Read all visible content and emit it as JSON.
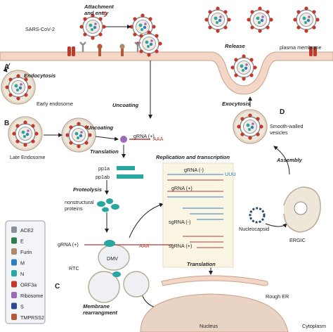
{
  "steps": {
    "attachment": "Attachment\nand entry",
    "endocytosis": "Endocytosis",
    "uncoating_top": "Uncoating",
    "uncoating_mid": "Uncoating",
    "translation_mid": "Translation",
    "proteolysis": "Proteolysis",
    "replication": "Replication and transcription",
    "release": "Release",
    "exocytosis": "Exocytosis",
    "assembly": "Assembly",
    "translation_low": "Translation",
    "membrane": "Membrane\nrearrangment"
  },
  "panels": {
    "a": "A",
    "b": "B",
    "c": "C",
    "d": "D"
  },
  "labels": {
    "sars": "SARS-CoV-2",
    "question": "?",
    "plasma_membrane": "plasma membrane",
    "early_endosome": "Early endosome",
    "late_endosome": "Late Endosome",
    "smooth_vesicles": "Smooth-walled\nvesicles",
    "grna_plus_mid": "gRNA (+)",
    "aaa": "AAA",
    "pp1a": "pp1a",
    "pp1ab": "pp1ab",
    "nonstructural": "nonstructural\nproteins",
    "grna_plus_low": "gRNA (+)",
    "dmv": "DMV",
    "rtc": "RTC",
    "grna_minus_r": "gRNA (-)",
    "grna_plus_r": "gRNA (+)",
    "sgrna_minus": "sgRNA (-)",
    "sgrna_plus": "sgRNA (+)",
    "uuu": "UUU",
    "nucleocapsid": "Nucleocapsid",
    "ergic": "ERGIC",
    "rough_er": "Rough ER",
    "nucleus": "Nucleus",
    "cytoplasm": "Cytoplasm"
  },
  "legend": {
    "items": [
      {
        "label": "ACE2",
        "icon": "ace2-icon",
        "color": "#8a8f99"
      },
      {
        "label": "E",
        "icon": "e-protein-icon",
        "color": "#2e7d4f"
      },
      {
        "label": "Furin",
        "icon": "furin-icon",
        "color": "#b08a6a"
      },
      {
        "label": "M",
        "icon": "m-protein-icon",
        "color": "#2f7fc0"
      },
      {
        "label": "N",
        "icon": "n-protein-icon",
        "color": "#2aa6a0"
      },
      {
        "label": "ORF3a",
        "icon": "orf3a-icon",
        "color": "#c0392b"
      },
      {
        "label": "Ribosome",
        "icon": "ribosome-icon",
        "color": "#9b6bb5"
      },
      {
        "label": "S",
        "icon": "spike-icon",
        "color": "#2b4c8c"
      },
      {
        "label": "TMPRSS2",
        "icon": "tmprss2-icon",
        "color": "#b35a3a"
      }
    ]
  },
  "colors": {
    "membrane": "#f2d6c6",
    "membrane_edge": "#caa089",
    "vesicle": "#e8ddcf",
    "rna_red": "#b23a36",
    "rna_blue": "#2f7fc0",
    "dmv": "#eef0f4",
    "nucleus": "#e9d3c4"
  }
}
